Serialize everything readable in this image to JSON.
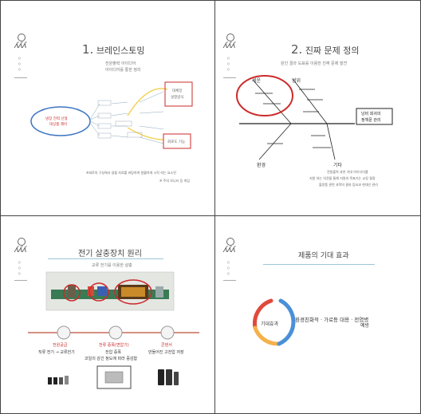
{
  "slides": [
    {
      "title_number": "1.",
      "title_text": "브레인스토밍",
      "subtitle_line1": "전원출력 아이디어",
      "subtitle_line2": "아이디어를 통한 정리",
      "oval_label_line1": "냉장 전력 선형",
      "oval_label_line2": "대상품 제어",
      "box_top_line1": "대체장",
      "box_top_line2": "설정방식",
      "box_bottom": "회로도 기능",
      "note_line1": "※회로의 구성에서 생을 자료를 바탕하여 원활하게 시작 하는 요소된",
      "note_line2": "※ 주의 모니터 등 게임"
    },
    {
      "title_number": "2.",
      "title_text": "진짜 문제 정의",
      "subtitle": "원인 결과 도표를 이용한 진짜 문제 발견",
      "label_top_left": "세운",
      "label_top_center": "범위",
      "label_bottom_left": "환경",
      "label_bottom_right": "기타",
      "result_box_line1": "낭비 회귀의",
      "result_box_line2": "정책문 관리",
      "note_line1": "전원출력 과연 기대 아이디어를",
      "note_line2": "지원 하는 의견을 통해 지원의 목표기는 교장 결정",
      "note_line3": "불량품 관련 과학의 결과 등요과 현대인 관리"
    },
    {
      "title": "전기 살충장치 원리",
      "subtitle": "교류 전기를 이용한 살충",
      "step1_title": "전원공급",
      "step1_desc": "직류 전기 → 교류전기",
      "step2_title": "전류 증폭(변압기)",
      "step2_desc_line1": "전압 증폭",
      "step2_desc_line2": "코일의 감긴 정도에 따라 증감함",
      "step3_title": "콘덴서",
      "step3_desc": "만들어진 고전압 저장"
    },
    {
      "title": "제품의 기대 효과",
      "circle_label": "기대효과",
      "effects_line1": "환경친화적 · 가로등 대용 · 전염병",
      "effects_line2": "예방"
    }
  ],
  "colors": {
    "accent_red": "#cc2a2a",
    "oval_blue": "#3d74c2",
    "rule_blue": "#9cc7d9",
    "arc_yellow": "#f2d35a",
    "ring_red": "#e04a3c",
    "ring_orange": "#f5b14a",
    "ring_blue": "#4a90d9"
  }
}
